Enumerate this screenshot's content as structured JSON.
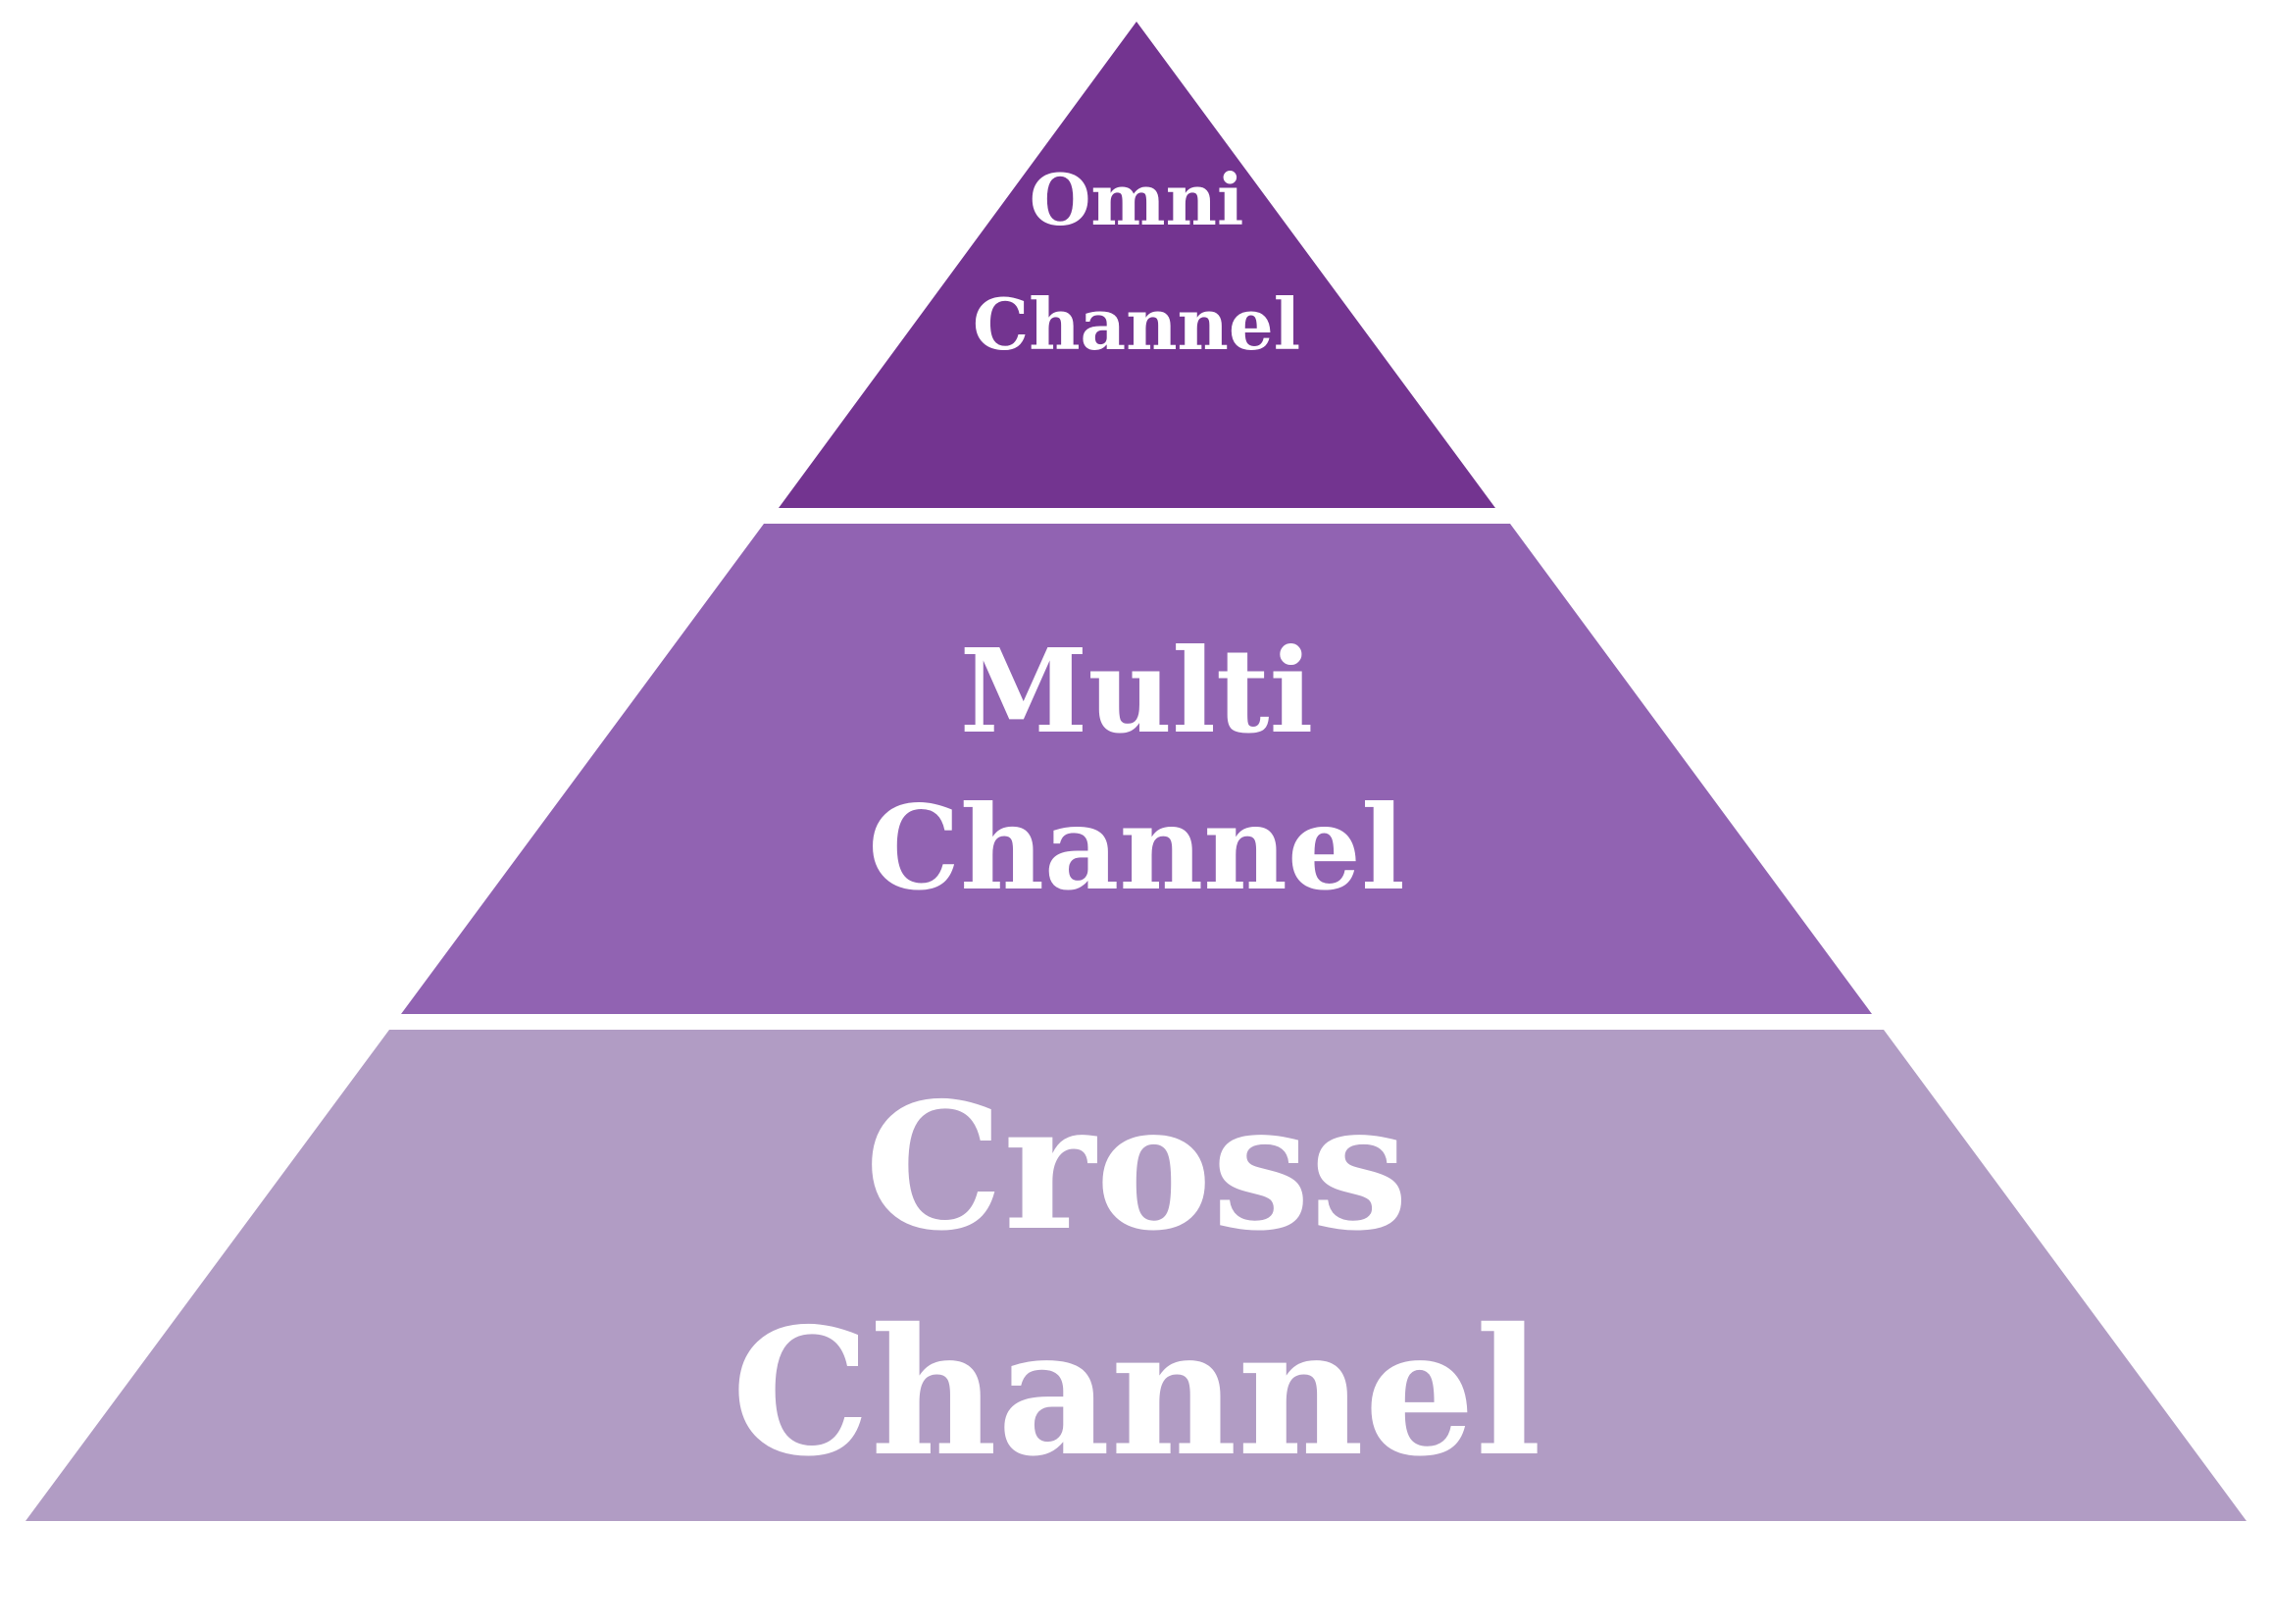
{
  "pyramid": {
    "tiers": [
      {
        "name": "omni",
        "line1": "Omni",
        "line2": "Channel",
        "color": "#733490"
      },
      {
        "name": "multi",
        "line1": "Multi",
        "line2": "Channel",
        "color": "#9163B2"
      },
      {
        "name": "cross",
        "line1": "Cross",
        "line2": "Channel",
        "color": "#B19CC4"
      }
    ]
  }
}
